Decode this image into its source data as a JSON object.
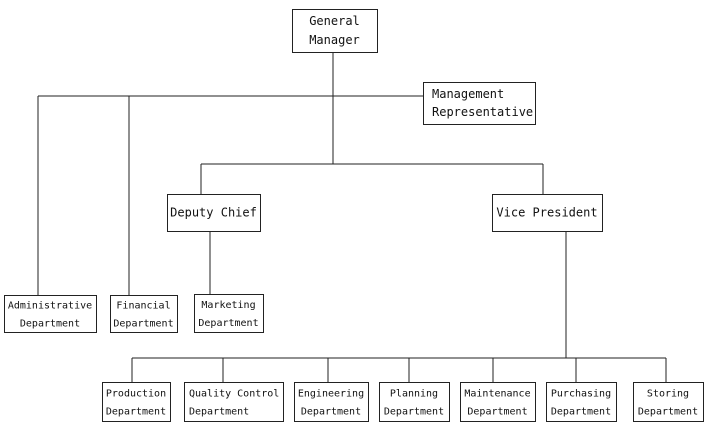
{
  "org_chart": {
    "general_manager": [
      "General",
      "Manager"
    ],
    "management_representative": [
      "Management",
      "Representative"
    ],
    "deputy_chief": [
      "Deputy Chief"
    ],
    "vice_president": [
      "Vice President"
    ],
    "administrative": [
      "Administrative",
      "Department"
    ],
    "financial": [
      "Financial",
      "Department"
    ],
    "marketing": [
      "Marketing",
      "Department"
    ],
    "production": [
      "Production",
      "Department"
    ],
    "quality_control": [
      "Quality Control",
      "Department"
    ],
    "engineering": [
      "Engineering",
      "Department"
    ],
    "planning": [
      "Planning",
      "Department"
    ],
    "maintenance": [
      "Maintenance",
      "Department"
    ],
    "purchasing": [
      "Purchasing",
      "Department"
    ],
    "storing": [
      "Storing",
      "Department"
    ]
  }
}
